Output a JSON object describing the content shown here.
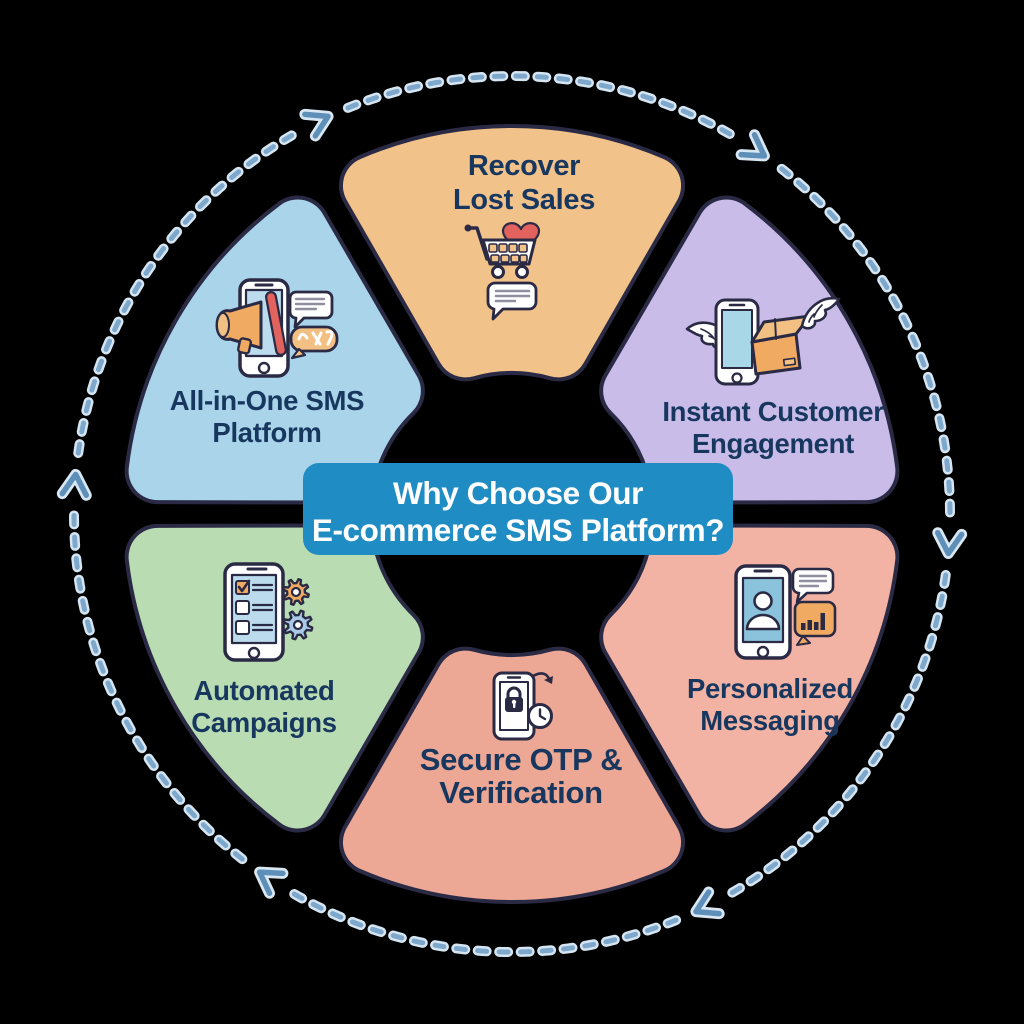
{
  "diagram": {
    "center_title": {
      "line1": "Why Choose Our",
      "line2": "E-commerce SMS Platform?"
    },
    "flow_direction": "clockwise",
    "colors": {
      "background": "#000000",
      "banner_bg": "#1f8cc3",
      "banner_text": "#ffffff",
      "outline": "#2a2a45",
      "label": "#17375f",
      "ring_dash": "#7da8cc",
      "ring_dash_halo": "#d6e5f2",
      "arrow": "#5e8fb8",
      "arrow_halo": "#d9e7f3"
    },
    "palette": {
      "white": "#ffffff",
      "orange": "#f0aa62",
      "tan": "#f3c083",
      "red": "#e2625e",
      "gray": "#8f8fa0",
      "screen_blue": "#bcdcee",
      "screen_teal": "#a8d8e8",
      "screen_deep": "#8cc3dc",
      "cell_orange": "#f2c28b",
      "gear_blue": "#a9c9e6"
    },
    "segments": [
      {
        "id": "recover-lost-sales",
        "label": [
          "Recover",
          "Lost Sales"
        ],
        "color": "#f2c28b",
        "icon": "cart-heart-icon"
      },
      {
        "id": "instant-customer-engagement",
        "label": [
          "Instant Customer",
          "Engagement"
        ],
        "color": "#c9bce9",
        "icon": "winged-package-icon"
      },
      {
        "id": "personalized-messaging",
        "label": [
          "Personalized",
          "Messaging"
        ],
        "color": "#f2b3a4",
        "icon": "profile-chart-icon"
      },
      {
        "id": "secure-otp-verification",
        "label": [
          "Secure OTP &",
          "Verification"
        ],
        "color": "#eca795",
        "icon": "otp-lock-phone-icon"
      },
      {
        "id": "automated-campaigns",
        "label": [
          "Automated",
          "Campaigns"
        ],
        "color": "#b9dcb2",
        "icon": "checklist-gears-icon"
      },
      {
        "id": "all-in-one-sms-platform",
        "label": [
          "All-in-One SMS",
          "Platform"
        ],
        "color": "#a9d4e9",
        "icon": "megaphone-phone-icon"
      }
    ]
  }
}
